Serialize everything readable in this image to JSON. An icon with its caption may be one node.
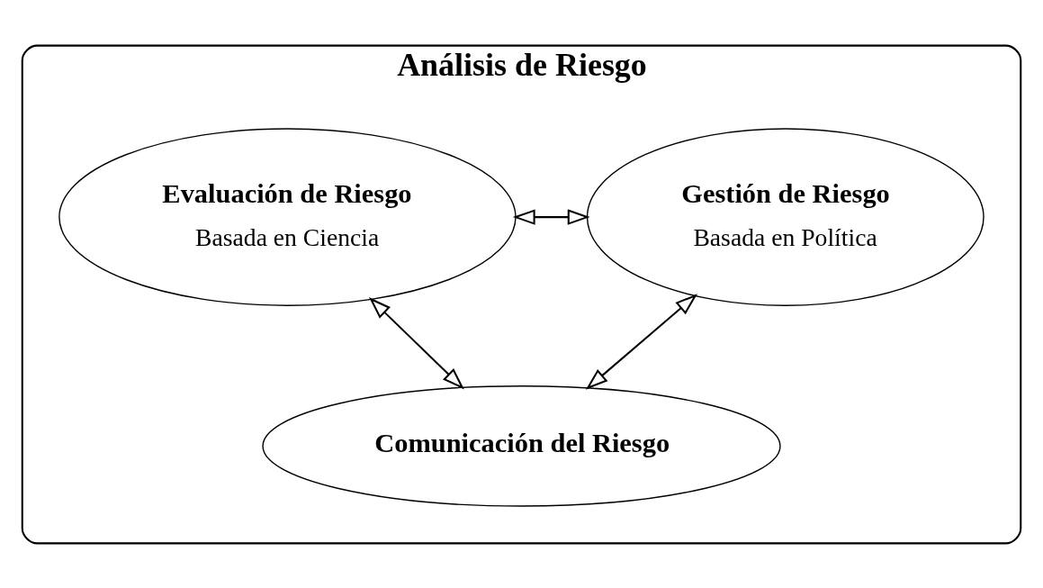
{
  "diagram": {
    "nodes": [
      {
        "text": [
          "Análisis de Riesgo"
        ]
      },
      {
        "text": [
          "Evaluación de Riesgo",
          "Basada en Ciencia"
        ],
        "in": 0
      },
      {
        "text": [
          "Gestión de Riesgo",
          "Basada en Política"
        ],
        "in": 0
      },
      {
        "text": [
          "Comunicación del Riesgo"
        ],
        "in": 0
      }
    ],
    "edges": [
      {
        "from": 1,
        "to": 2,
        "arrow": "both"
      },
      {
        "from": 1,
        "to": 3,
        "arrow": "both"
      },
      {
        "from": 2,
        "to": 3,
        "arrow": "both"
      }
    ]
  }
}
